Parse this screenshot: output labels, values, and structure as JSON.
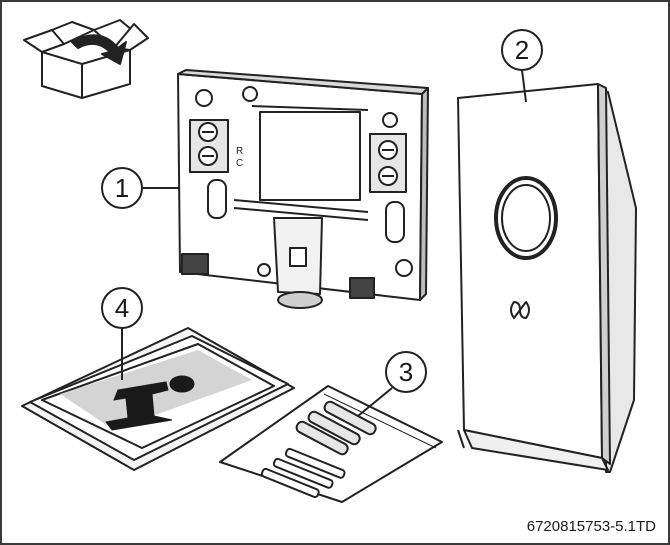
{
  "figure": {
    "id_label": "6720815753-5.1TD",
    "callouts": [
      {
        "number": "1",
        "item": "wall-mounting-plate"
      },
      {
        "number": "2",
        "item": "thermostat-unit"
      },
      {
        "number": "3",
        "item": "screws-and-wall-plugs-bag"
      },
      {
        "number": "4",
        "item": "documentation"
      }
    ],
    "icons": [
      "open-box-icon",
      "info-icon"
    ]
  }
}
